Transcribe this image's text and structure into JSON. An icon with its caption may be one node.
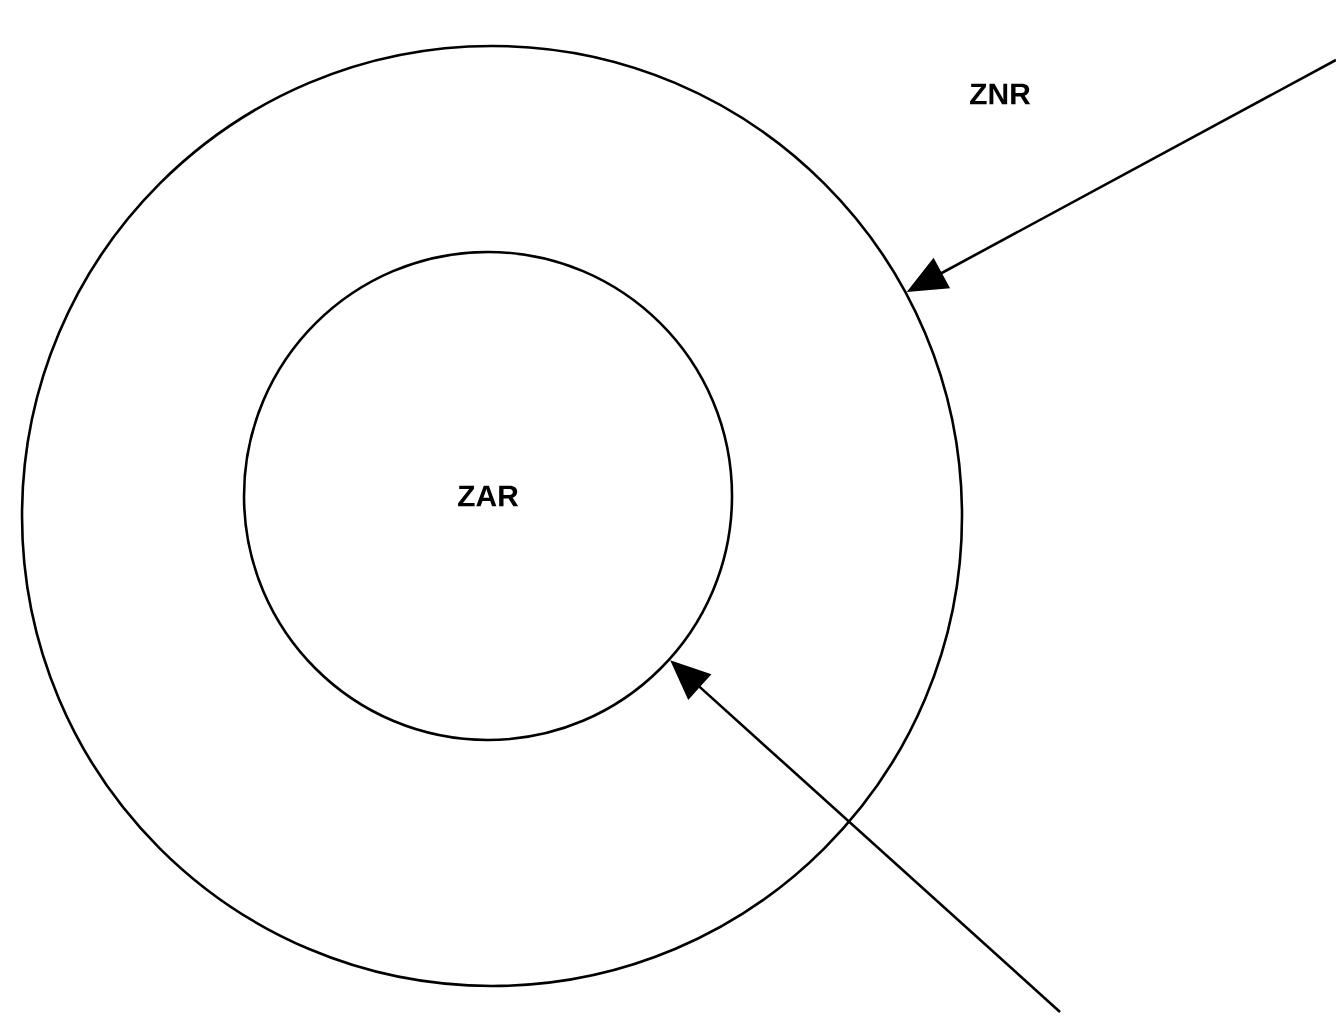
{
  "diagram": {
    "nodes": [
      {
        "text": [],
        "shape": "circle"
      },
      {
        "text": [
          "ZAR"
        ],
        "in": 0
      }
    ],
    "edges": [
      {
        "from": null,
        "to": 0,
        "arrow": "to"
      },
      {
        "from": null,
        "to": 1,
        "arrow": "to"
      }
    ],
    "labels": [
      "ZNR"
    ]
  }
}
